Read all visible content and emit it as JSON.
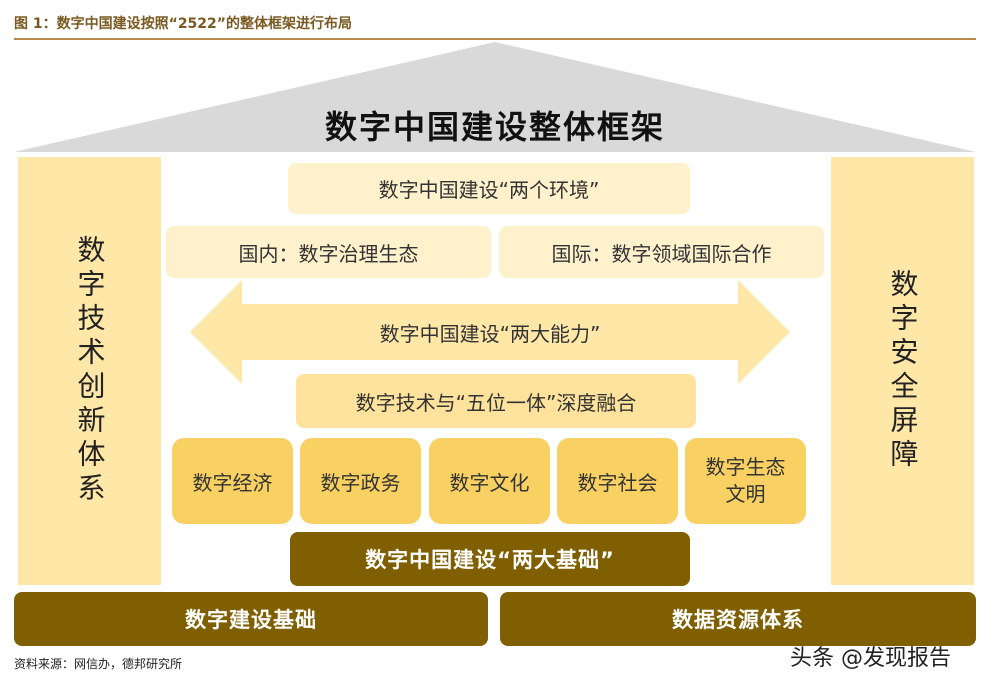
{
  "caption": "图 1：数字中国建设按照“2522”的整体框架进行布局",
  "roof_title": "数字中国建设整体框架",
  "left_pillar": "数字技术创新体系",
  "right_pillar": "数字安全屏障",
  "environments": {
    "title": "数字中国建设“两个环境”",
    "domestic": "国内：数字治理生态",
    "international": "国际：数字领域国际合作"
  },
  "capabilities": "数字中国建设“两大能力”",
  "integration": "数字技术与“五位一体”深度融合",
  "five_pillars": [
    "数字经济",
    "数字政务",
    "数字文化",
    "数字社会",
    "数字生态\n文明"
  ],
  "foundations": {
    "title": "数字中国建设“两大基础”",
    "left": "数字建设基础",
    "right": "数据资源体系"
  },
  "source": "资料来源：网信办，德邦研究所",
  "watermark": "头条 @发现报告",
  "colors": {
    "light": "#fff1cc",
    "mid": "#ffe29b",
    "gold": "#f9d163",
    "arrow": "#ffe7a8",
    "dark": "#7f5f00",
    "roof": "#d9d9d9"
  }
}
